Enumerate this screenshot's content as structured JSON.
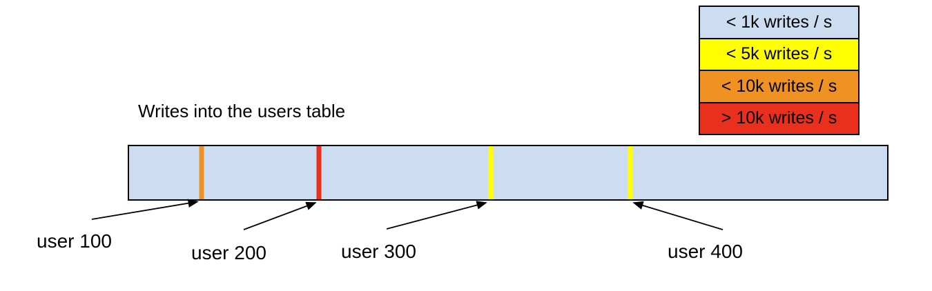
{
  "title": "Writes into the users table",
  "legend": {
    "items": [
      {
        "label": "< 1k writes / s",
        "color": "#cdddf1"
      },
      {
        "label": "< 5k writes / s",
        "color": "#ffff00"
      },
      {
        "label": "< 10k writes / s",
        "color": "#ef9221"
      },
      {
        "label": "> 10k writes / s",
        "color": "#e8301d"
      }
    ]
  },
  "table_bar": {
    "fill": "#cdddf1",
    "border": "#000000",
    "markers": [
      {
        "label": "user 100",
        "color": "#ef9221",
        "x_percent": 9.6,
        "rate_band": "< 10k writes / s"
      },
      {
        "label": "user 200",
        "color": "#e8301d",
        "x_percent": 25.0,
        "rate_band": "> 10k writes / s"
      },
      {
        "label": "user 300",
        "color": "#ffff00",
        "x_percent": 47.7,
        "rate_band": "< 5k writes / s"
      },
      {
        "label": "user 400",
        "color": "#ffff00",
        "x_percent": 66.1,
        "rate_band": "< 5k writes / s"
      }
    ]
  }
}
